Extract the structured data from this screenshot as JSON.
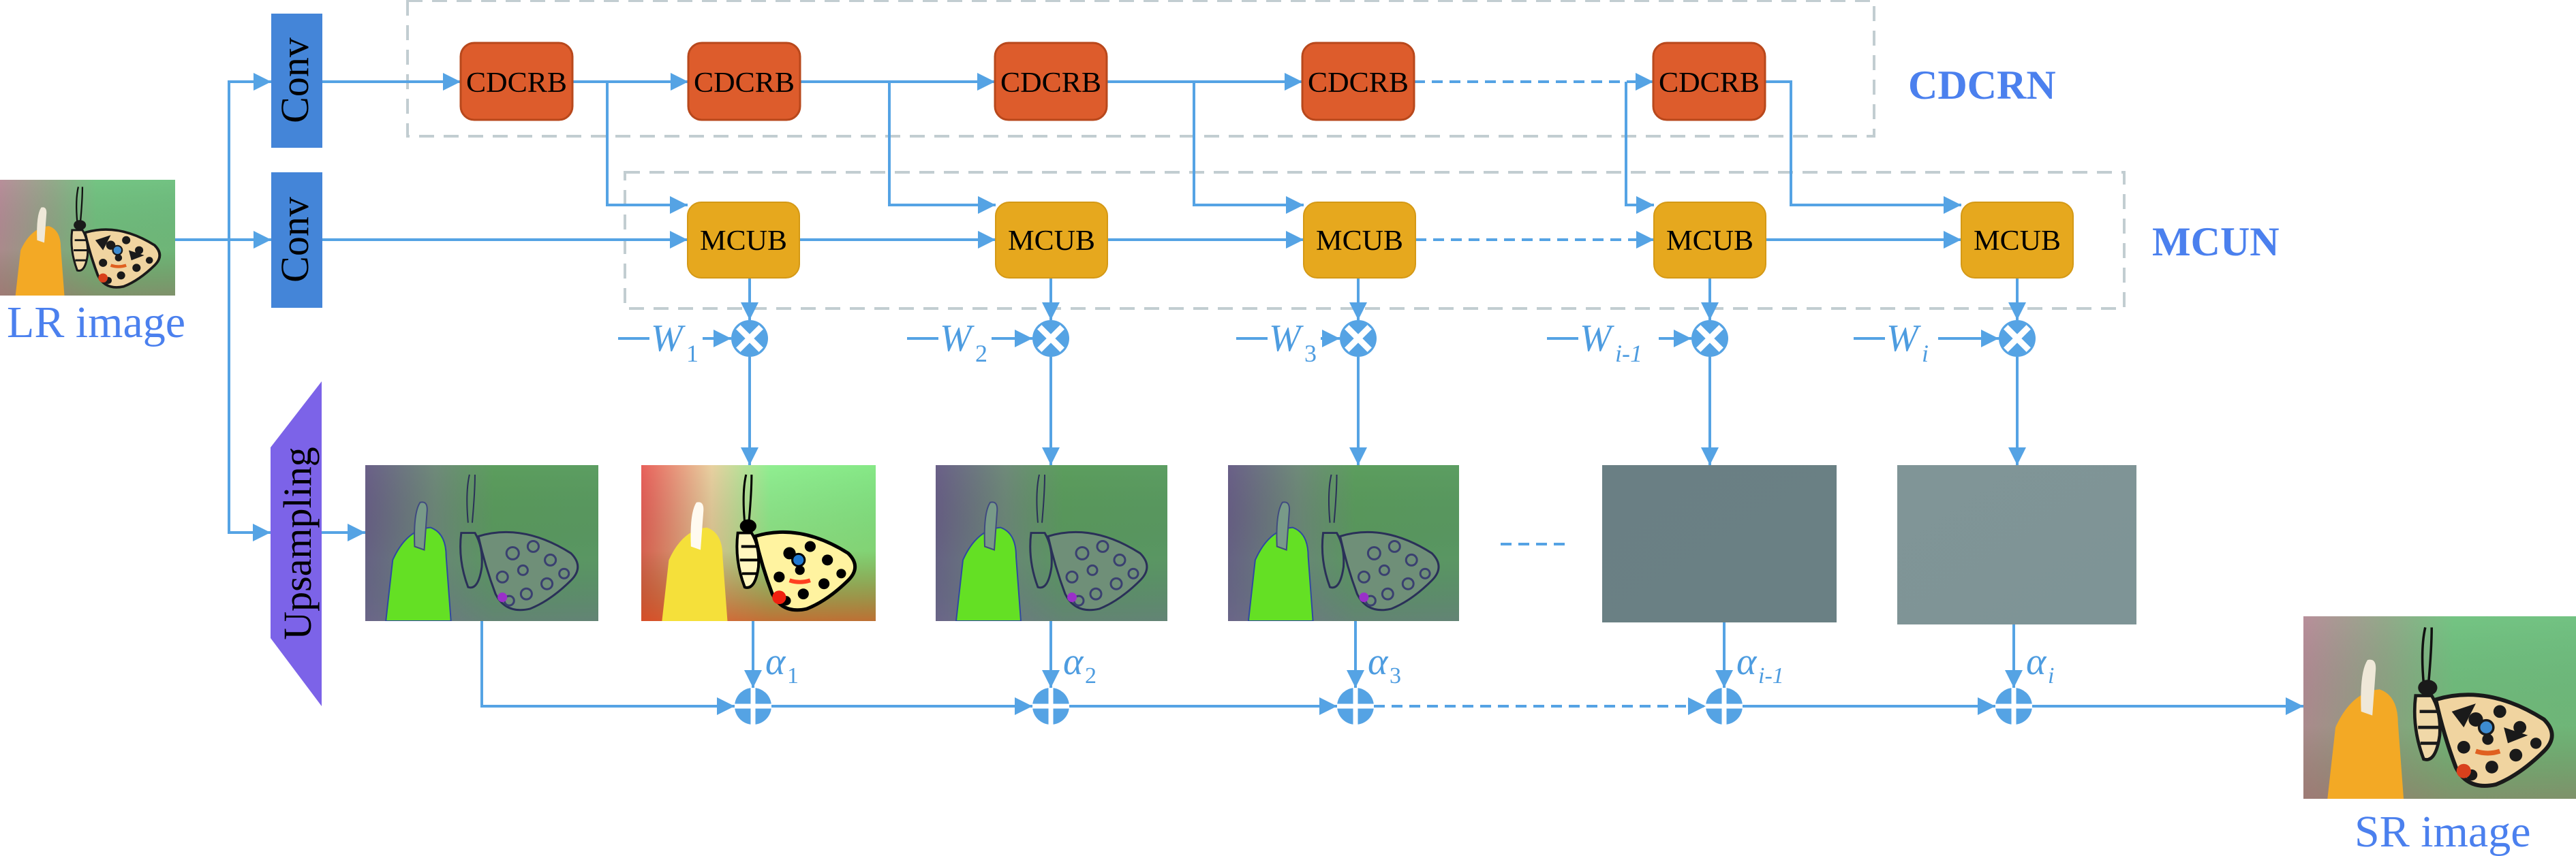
{
  "colors": {
    "arrow": "#55a3e4",
    "conv": "#4485d8",
    "cdcrb": "#dd5c2c",
    "cdcrb_border": "#b8481c",
    "mcub": "#e6a81e",
    "mcub_border": "#d49916",
    "upsampling": "#7c63e8",
    "dashed_box": "#c2cdd1",
    "label": "#4b80ee",
    "math": "#4d9ce0"
  },
  "input": {
    "label": "LR image",
    "image": "butterfly-low-resolution"
  },
  "output": {
    "label": "SR image",
    "image": "butterfly-super-resolved"
  },
  "conv_blocks": [
    {
      "label": "Conv"
    },
    {
      "label": "Conv"
    }
  ],
  "upsampling": {
    "label": "Upsampling"
  },
  "cdcrn": {
    "label": "CDCRN",
    "blocks": [
      {
        "label": "CDCRB"
      },
      {
        "label": "CDCRB"
      },
      {
        "label": "CDCRB"
      },
      {
        "label": "CDCRB"
      },
      {
        "label": "CDCRB"
      }
    ],
    "ellipsis_between": [
      3,
      4
    ]
  },
  "mcun": {
    "label": "MCUN",
    "blocks": [
      {
        "label": "MCUB"
      },
      {
        "label": "MCUB"
      },
      {
        "label": "MCUB"
      },
      {
        "label": "MCUB"
      },
      {
        "label": "MCUB"
      }
    ],
    "ellipsis_between": [
      3,
      4
    ]
  },
  "weights": [
    {
      "symbol": "W",
      "sub": "1"
    },
    {
      "symbol": "W",
      "sub": "2"
    },
    {
      "symbol": "W",
      "sub": "3"
    },
    {
      "symbol": "W",
      "sub": "i-1"
    },
    {
      "symbol": "W",
      "sub": "i"
    }
  ],
  "alphas": [
    {
      "symbol": "α",
      "sub": "1"
    },
    {
      "symbol": "α",
      "sub": "2"
    },
    {
      "symbol": "α",
      "sub": "3"
    },
    {
      "symbol": "α",
      "sub": "i-1"
    },
    {
      "symbol": "α",
      "sub": "i"
    }
  ],
  "feature_maps": [
    {
      "name": "upsampled-edge-map",
      "style": "edge"
    },
    {
      "name": "branch-1-output",
      "style": "vivid"
    },
    {
      "name": "branch-2-output",
      "style": "edge"
    },
    {
      "name": "branch-3-output",
      "style": "edge"
    },
    {
      "name": "branch-i-1-output",
      "style": "flat-dark"
    },
    {
      "name": "branch-i-output",
      "style": "flat-light"
    }
  ],
  "operators": {
    "multiply": "⊗",
    "add": "⊕"
  }
}
